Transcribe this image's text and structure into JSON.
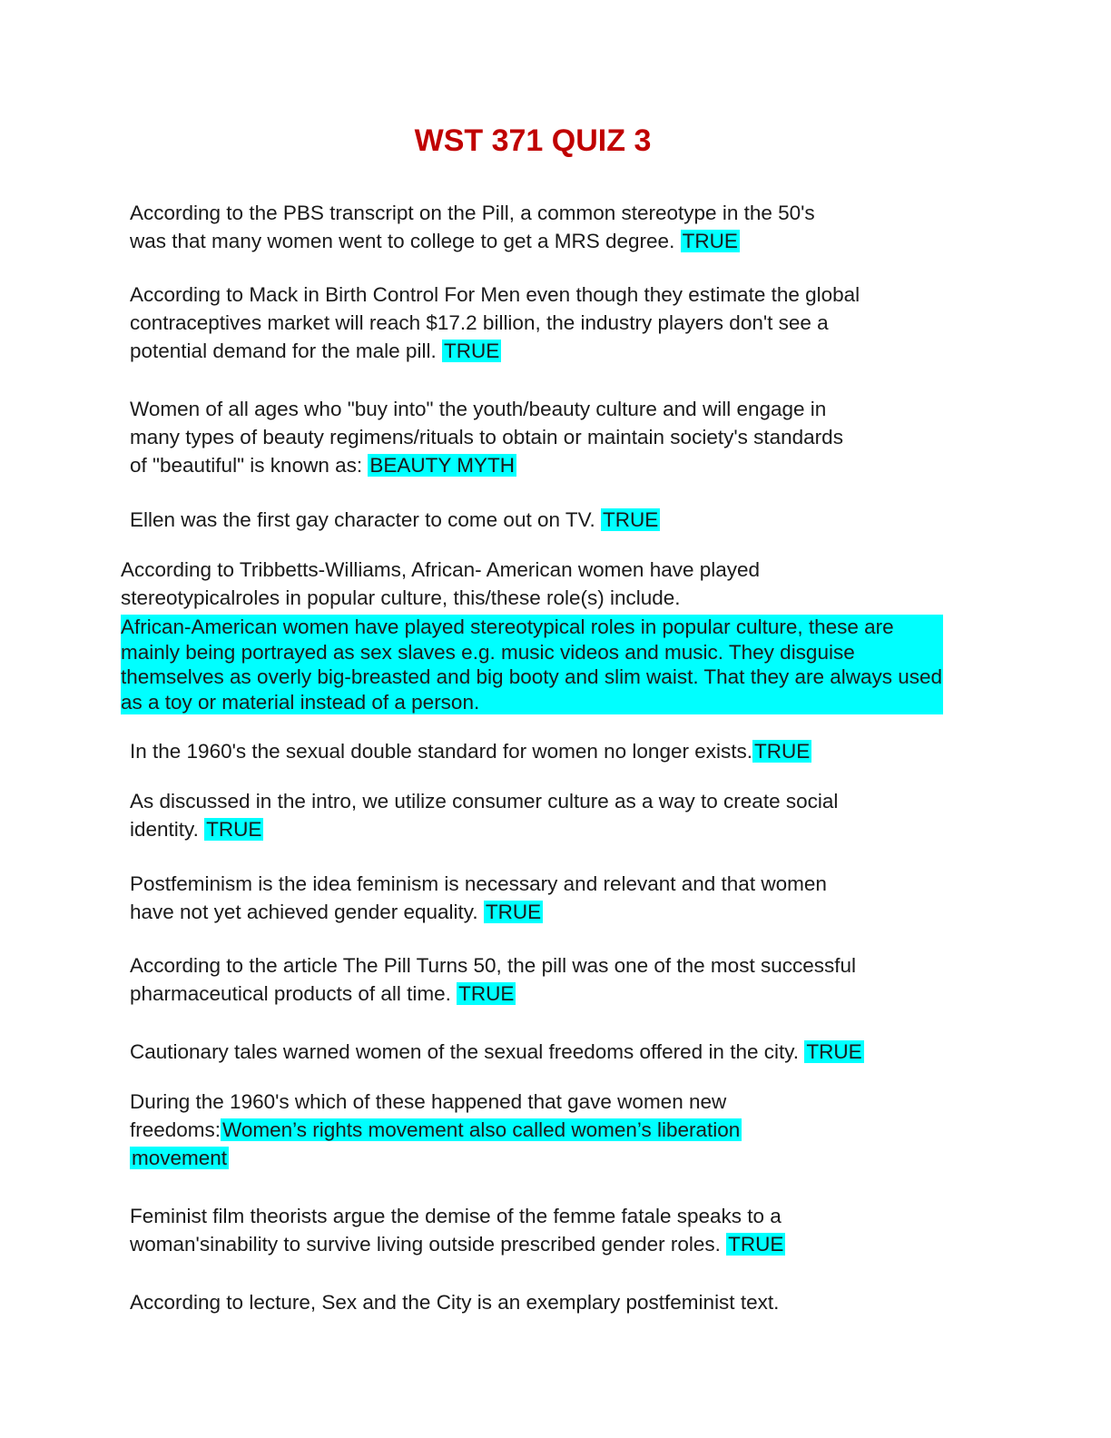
{
  "title": "WST 371 QUIZ 3",
  "questions": [
    {
      "lines": [
        "According to the PBS transcript on the Pill, a common stereotype in the 50's",
        "was that many women went to college to get a MRS degree. "
      ],
      "answer": "TRUE"
    },
    {
      "lines": [
        "According to Mack in Birth Control For Men even though they estimate the global",
        "contraceptives market will reach $17.2 billion, the industry players don't see a",
        "potential demand for the male pill. "
      ],
      "answer": "TRUE"
    },
    {
      "lines": [
        "Women of all ages who \"buy into\" the youth/beauty culture and will engage in",
        "many types of beauty regimens/rituals to obtain or maintain society's standards",
        "of \"beautiful\" is known as: "
      ],
      "answer": "BEAUTY MYTH"
    },
    {
      "lines": [
        "Ellen was the first gay character to come out on TV. "
      ],
      "answer": "TRUE"
    },
    {
      "lines": [
        "According to Tribbetts-Williams, African- American women have played",
        "stereotypicalroles in popular culture, this/these role(s) include."
      ],
      "answer": "African-American women have played stereotypical roles in popular culture, these are mainly being portrayed as sex slaves e.g. music videos and music. They disguise themselves as overly big-breasted and big booty and slim waist. That they are always used as a toy or material instead of a person."
    },
    {
      "lines": [
        "In the 1960's the sexual double standard for women no longer exists."
      ],
      "answer": "TRUE"
    },
    {
      "lines": [
        "As discussed in the intro, we utilize consumer culture as a way to create social",
        "identity. "
      ],
      "answer": "TRUE"
    },
    {
      "lines": [
        "Postfeminism is the idea feminism is necessary and relevant and that women",
        "have not yet achieved gender equality. "
      ],
      "answer": "TRUE"
    },
    {
      "lines": [
        "According to the article The Pill Turns 50, the pill was one of the most successful",
        "pharmaceutical products of all time. "
      ],
      "answer": "TRUE"
    },
    {
      "lines": [
        "Cautionary tales warned women of the sexual freedoms offered in the city. "
      ],
      "answer": "TRUE"
    },
    {
      "lines": [
        "During the 1960's which of these happened that gave women new",
        "freedoms:"
      ],
      "answer_lines": [
        "Women’s rights movement also called women’s liberation ",
        "movement"
      ]
    },
    {
      "lines": [
        "Feminist film theorists argue the demise of the femme fatale speaks to a",
        "woman'sinability to survive living outside prescribed gender roles. "
      ],
      "answer": "TRUE"
    },
    {
      "lines": [
        "According to lecture, Sex and the City is an exemplary postfeminist text."
      ]
    }
  ]
}
